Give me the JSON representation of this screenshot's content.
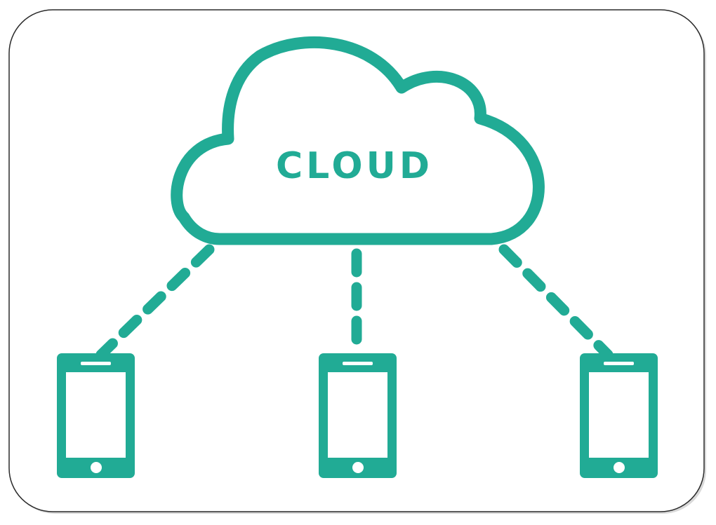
{
  "cloud": {
    "label": "CLOUD"
  },
  "colors": {
    "accent": "#21AB95",
    "border": "#2b2b2b",
    "background": "#ffffff"
  },
  "devices": [
    {
      "type": "smartphone",
      "icon": "phone-icon"
    },
    {
      "type": "smartphone",
      "icon": "phone-icon"
    },
    {
      "type": "smartphone",
      "icon": "phone-icon"
    }
  ]
}
